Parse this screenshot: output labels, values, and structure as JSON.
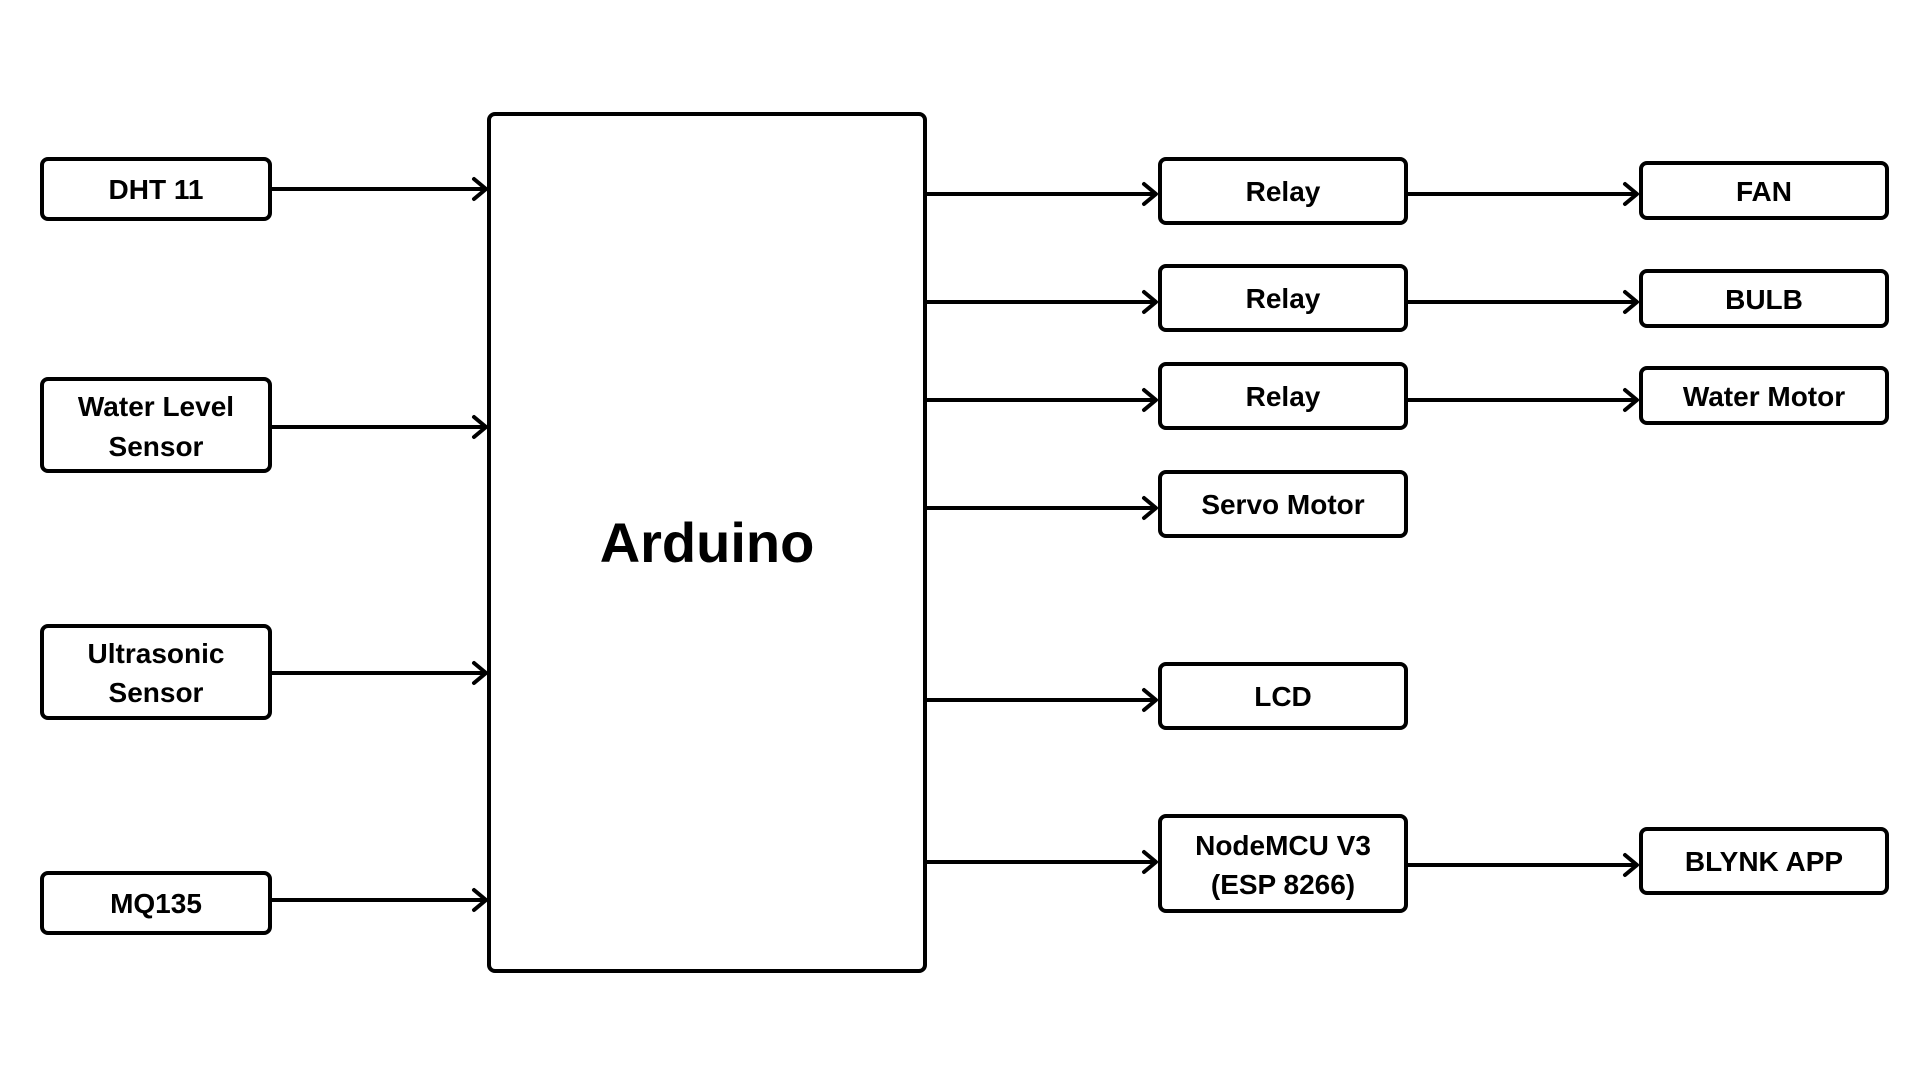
{
  "diagram": {
    "main": {
      "label": "Arduino"
    },
    "inputs": [
      {
        "id": "dht11",
        "label": "DHT 11"
      },
      {
        "id": "water-level-sensor",
        "label": "Water Level Sensor",
        "lines": [
          "Water Level",
          "Sensor"
        ]
      },
      {
        "id": "ultrasonic-sensor",
        "label": "Ultrasonic Sensor",
        "lines": [
          "Ultrasonic",
          "Sensor"
        ]
      },
      {
        "id": "mq135",
        "label": "MQ135"
      }
    ],
    "outputs": [
      {
        "id": "relay-1",
        "label": "Relay"
      },
      {
        "id": "relay-2",
        "label": "Relay"
      },
      {
        "id": "relay-3",
        "label": "Relay"
      },
      {
        "id": "servo-motor",
        "label": "Servo Motor"
      },
      {
        "id": "lcd",
        "label": "LCD"
      },
      {
        "id": "nodemcu",
        "label": "NodeMCU V3 (ESP 8266)",
        "lines": [
          "NodeMCU V3",
          "(ESP 8266)"
        ]
      }
    ],
    "devices": [
      {
        "id": "fan",
        "label": "FAN"
      },
      {
        "id": "bulb",
        "label": "BULB"
      },
      {
        "id": "water-motor",
        "label": "Water Motor"
      },
      {
        "id": "blynk-app",
        "label": "BLYNK APP"
      }
    ],
    "edges": [
      {
        "from": "dht11",
        "to": "arduino"
      },
      {
        "from": "water-level-sensor",
        "to": "arduino"
      },
      {
        "from": "ultrasonic-sensor",
        "to": "arduino"
      },
      {
        "from": "mq135",
        "to": "arduino"
      },
      {
        "from": "arduino",
        "to": "relay-1"
      },
      {
        "from": "arduino",
        "to": "relay-2"
      },
      {
        "from": "arduino",
        "to": "relay-3"
      },
      {
        "from": "arduino",
        "to": "servo-motor"
      },
      {
        "from": "arduino",
        "to": "lcd"
      },
      {
        "from": "arduino",
        "to": "nodemcu"
      },
      {
        "from": "relay-1",
        "to": "fan"
      },
      {
        "from": "relay-2",
        "to": "bulb"
      },
      {
        "from": "relay-3",
        "to": "water-motor"
      },
      {
        "from": "nodemcu",
        "to": "blynk-app"
      }
    ]
  }
}
